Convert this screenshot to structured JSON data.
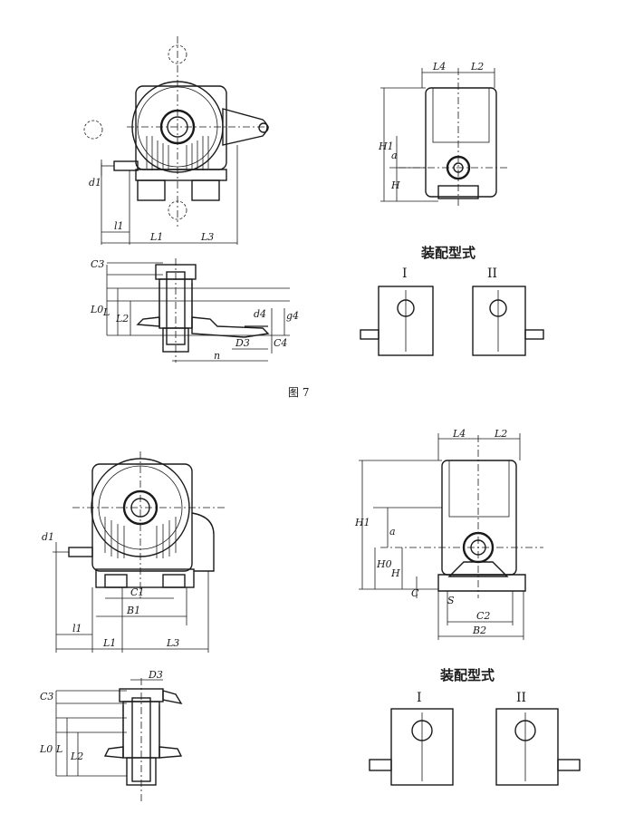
{
  "figure_caption": "图   7",
  "top": {
    "front_labels": {
      "d1": "d1",
      "l1": "l1",
      "L1": "L1",
      "L3": "L3"
    },
    "section_labels": {
      "C3": "C3",
      "L0": "L0",
      "L": "L",
      "L2": "L2",
      "d4": "d4",
      "g4": "g4",
      "D3": "D3",
      "C4": "C4",
      "n": "n"
    },
    "side_labels": {
      "L4": "L4",
      "L2": "L2",
      "H1": "H1",
      "a": "a",
      "H": "H"
    },
    "assembly_title": "装配型式",
    "assembly_I": "I",
    "assembly_II": "II"
  },
  "bottom": {
    "front_labels": {
      "d1": "d1",
      "l1": "l1",
      "B1": "B1",
      "C1": "C1",
      "L1": "L1",
      "L3": "L3"
    },
    "section_labels": {
      "D3": "D3",
      "C3": "C3",
      "L0": "L0",
      "L": "L",
      "L2": "L2"
    },
    "side_labels": {
      "L4": "L4",
      "L2": "L2",
      "H1": "H1",
      "a": "a",
      "H0": "H0",
      "H": "H",
      "C": "C",
      "S": "S",
      "C2": "C2",
      "B2": "B2"
    },
    "assembly_title": "装配型式",
    "assembly_I": "I",
    "assembly_II": "II"
  }
}
